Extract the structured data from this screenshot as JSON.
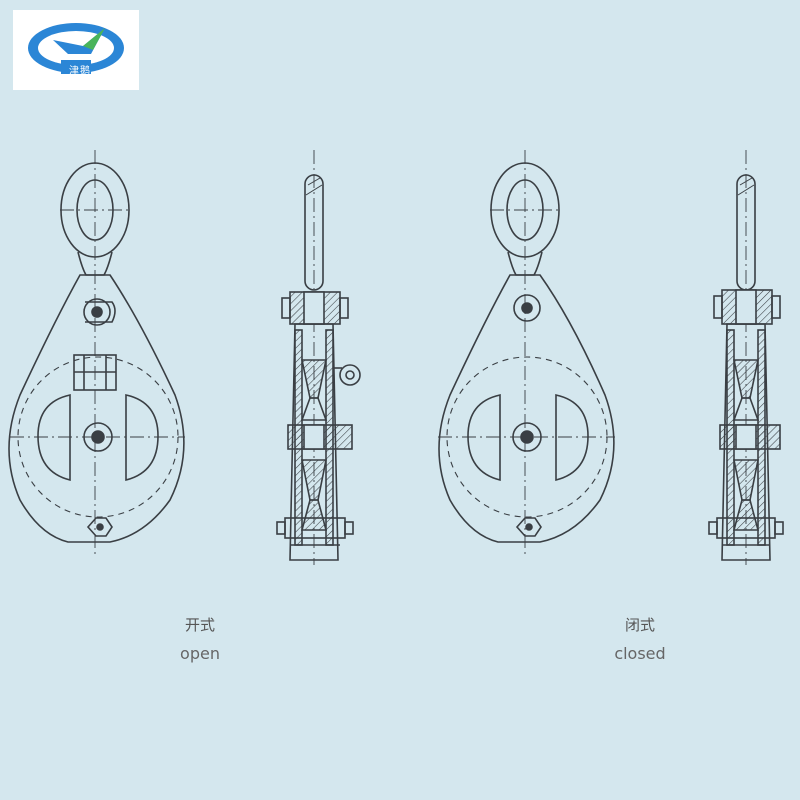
{
  "logo": {
    "brand_text": "津鹅"
  },
  "views": [
    {
      "label_cn": "开式",
      "label_en": "open"
    },
    {
      "label_cn": "闭式",
      "label_en": "closed"
    }
  ],
  "colors": {
    "background": "#d4e7ee",
    "line": "#3a3f44",
    "logo_blue": "#2b86d6",
    "logo_green": "#49b45a"
  }
}
